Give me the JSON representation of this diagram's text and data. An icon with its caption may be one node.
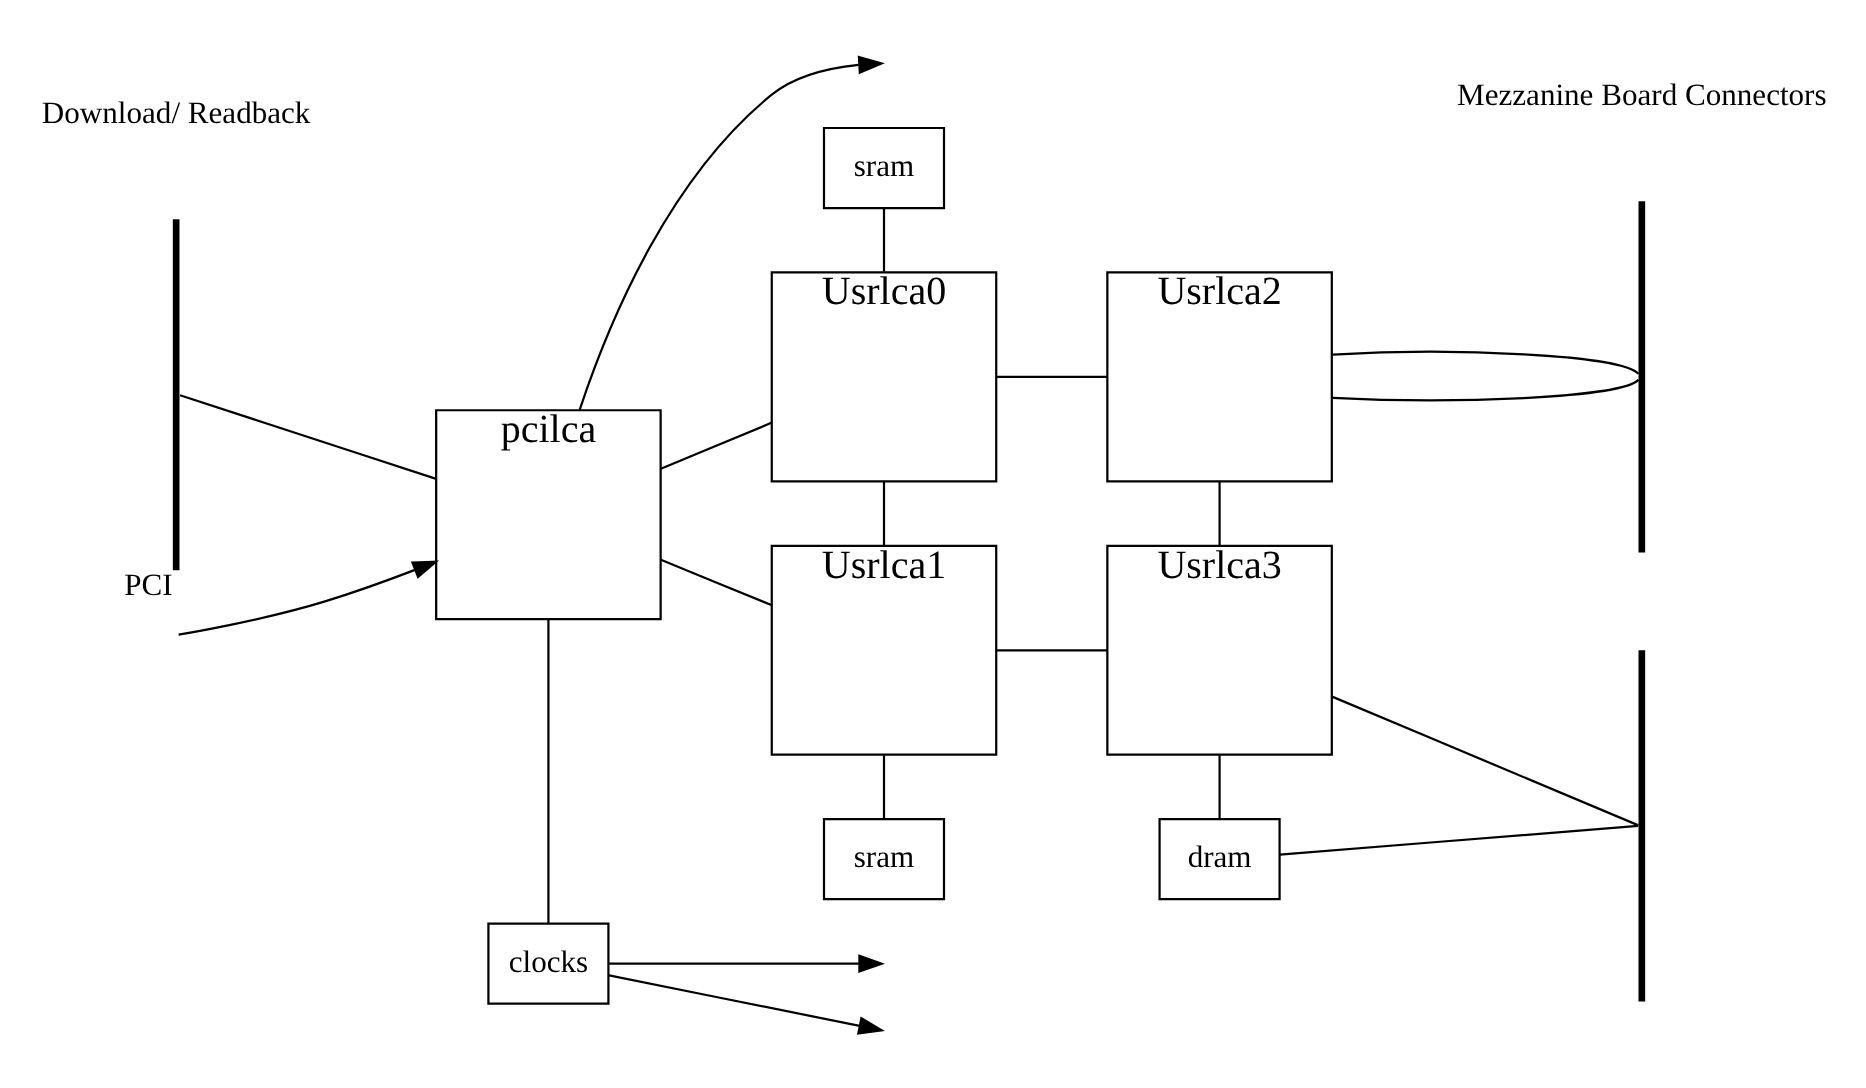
{
  "diagram": {
    "nodes": [
      {
        "text": [],
        "shape": "bar",
        "beside": [
          "PCI"
        ]
      },
      {
        "text": [
          "pcilca"
        ]
      },
      {
        "text": [
          "clocks"
        ]
      },
      {
        "text": [
          "sram"
        ]
      },
      {
        "text": [
          "Usrlca0"
        ]
      },
      {
        "text": [
          "Usrlca1"
        ]
      },
      {
        "text": [
          "sram"
        ]
      },
      {
        "text": [
          "Usrlca2"
        ]
      },
      {
        "text": [
          "Usrlca3"
        ]
      },
      {
        "text": [
          "dram"
        ]
      },
      {
        "text": [],
        "shape": "bar"
      },
      {
        "text": [],
        "shape": "bar"
      }
    ],
    "edges": [
      {
        "from": 0,
        "to": 1,
        "arrow": "none"
      },
      {
        "from": 1,
        "to": null,
        "arrow": "to"
      },
      {
        "from": null,
        "to": 1,
        "arrow": "to"
      },
      {
        "from": 1,
        "to": 2,
        "arrow": "none"
      },
      {
        "from": 2,
        "to": null,
        "arrow": "to"
      },
      {
        "from": 2,
        "to": null,
        "arrow": "to"
      },
      {
        "from": 1,
        "to": 4,
        "arrow": "none"
      },
      {
        "from": 1,
        "to": 5,
        "arrow": "none"
      },
      {
        "from": 3,
        "to": 4,
        "arrow": "none"
      },
      {
        "from": 4,
        "to": 5,
        "arrow": "none"
      },
      {
        "from": 5,
        "to": 6,
        "arrow": "none"
      },
      {
        "from": 4,
        "to": 7,
        "arrow": "none"
      },
      {
        "from": 5,
        "to": 8,
        "arrow": "none"
      },
      {
        "from": 7,
        "to": 10,
        "arrow": "none"
      },
      {
        "from": 7,
        "to": 10,
        "arrow": "none"
      },
      {
        "from": 7,
        "to": 8,
        "arrow": "none"
      },
      {
        "from": 8,
        "to": 11,
        "arrow": "none"
      },
      {
        "from": 8,
        "to": 9,
        "arrow": "none"
      },
      {
        "from": 9,
        "to": 11,
        "arrow": "none"
      }
    ],
    "labels": [
      "Download/ Readback",
      "Mezzanine Board Connectors"
    ]
  }
}
